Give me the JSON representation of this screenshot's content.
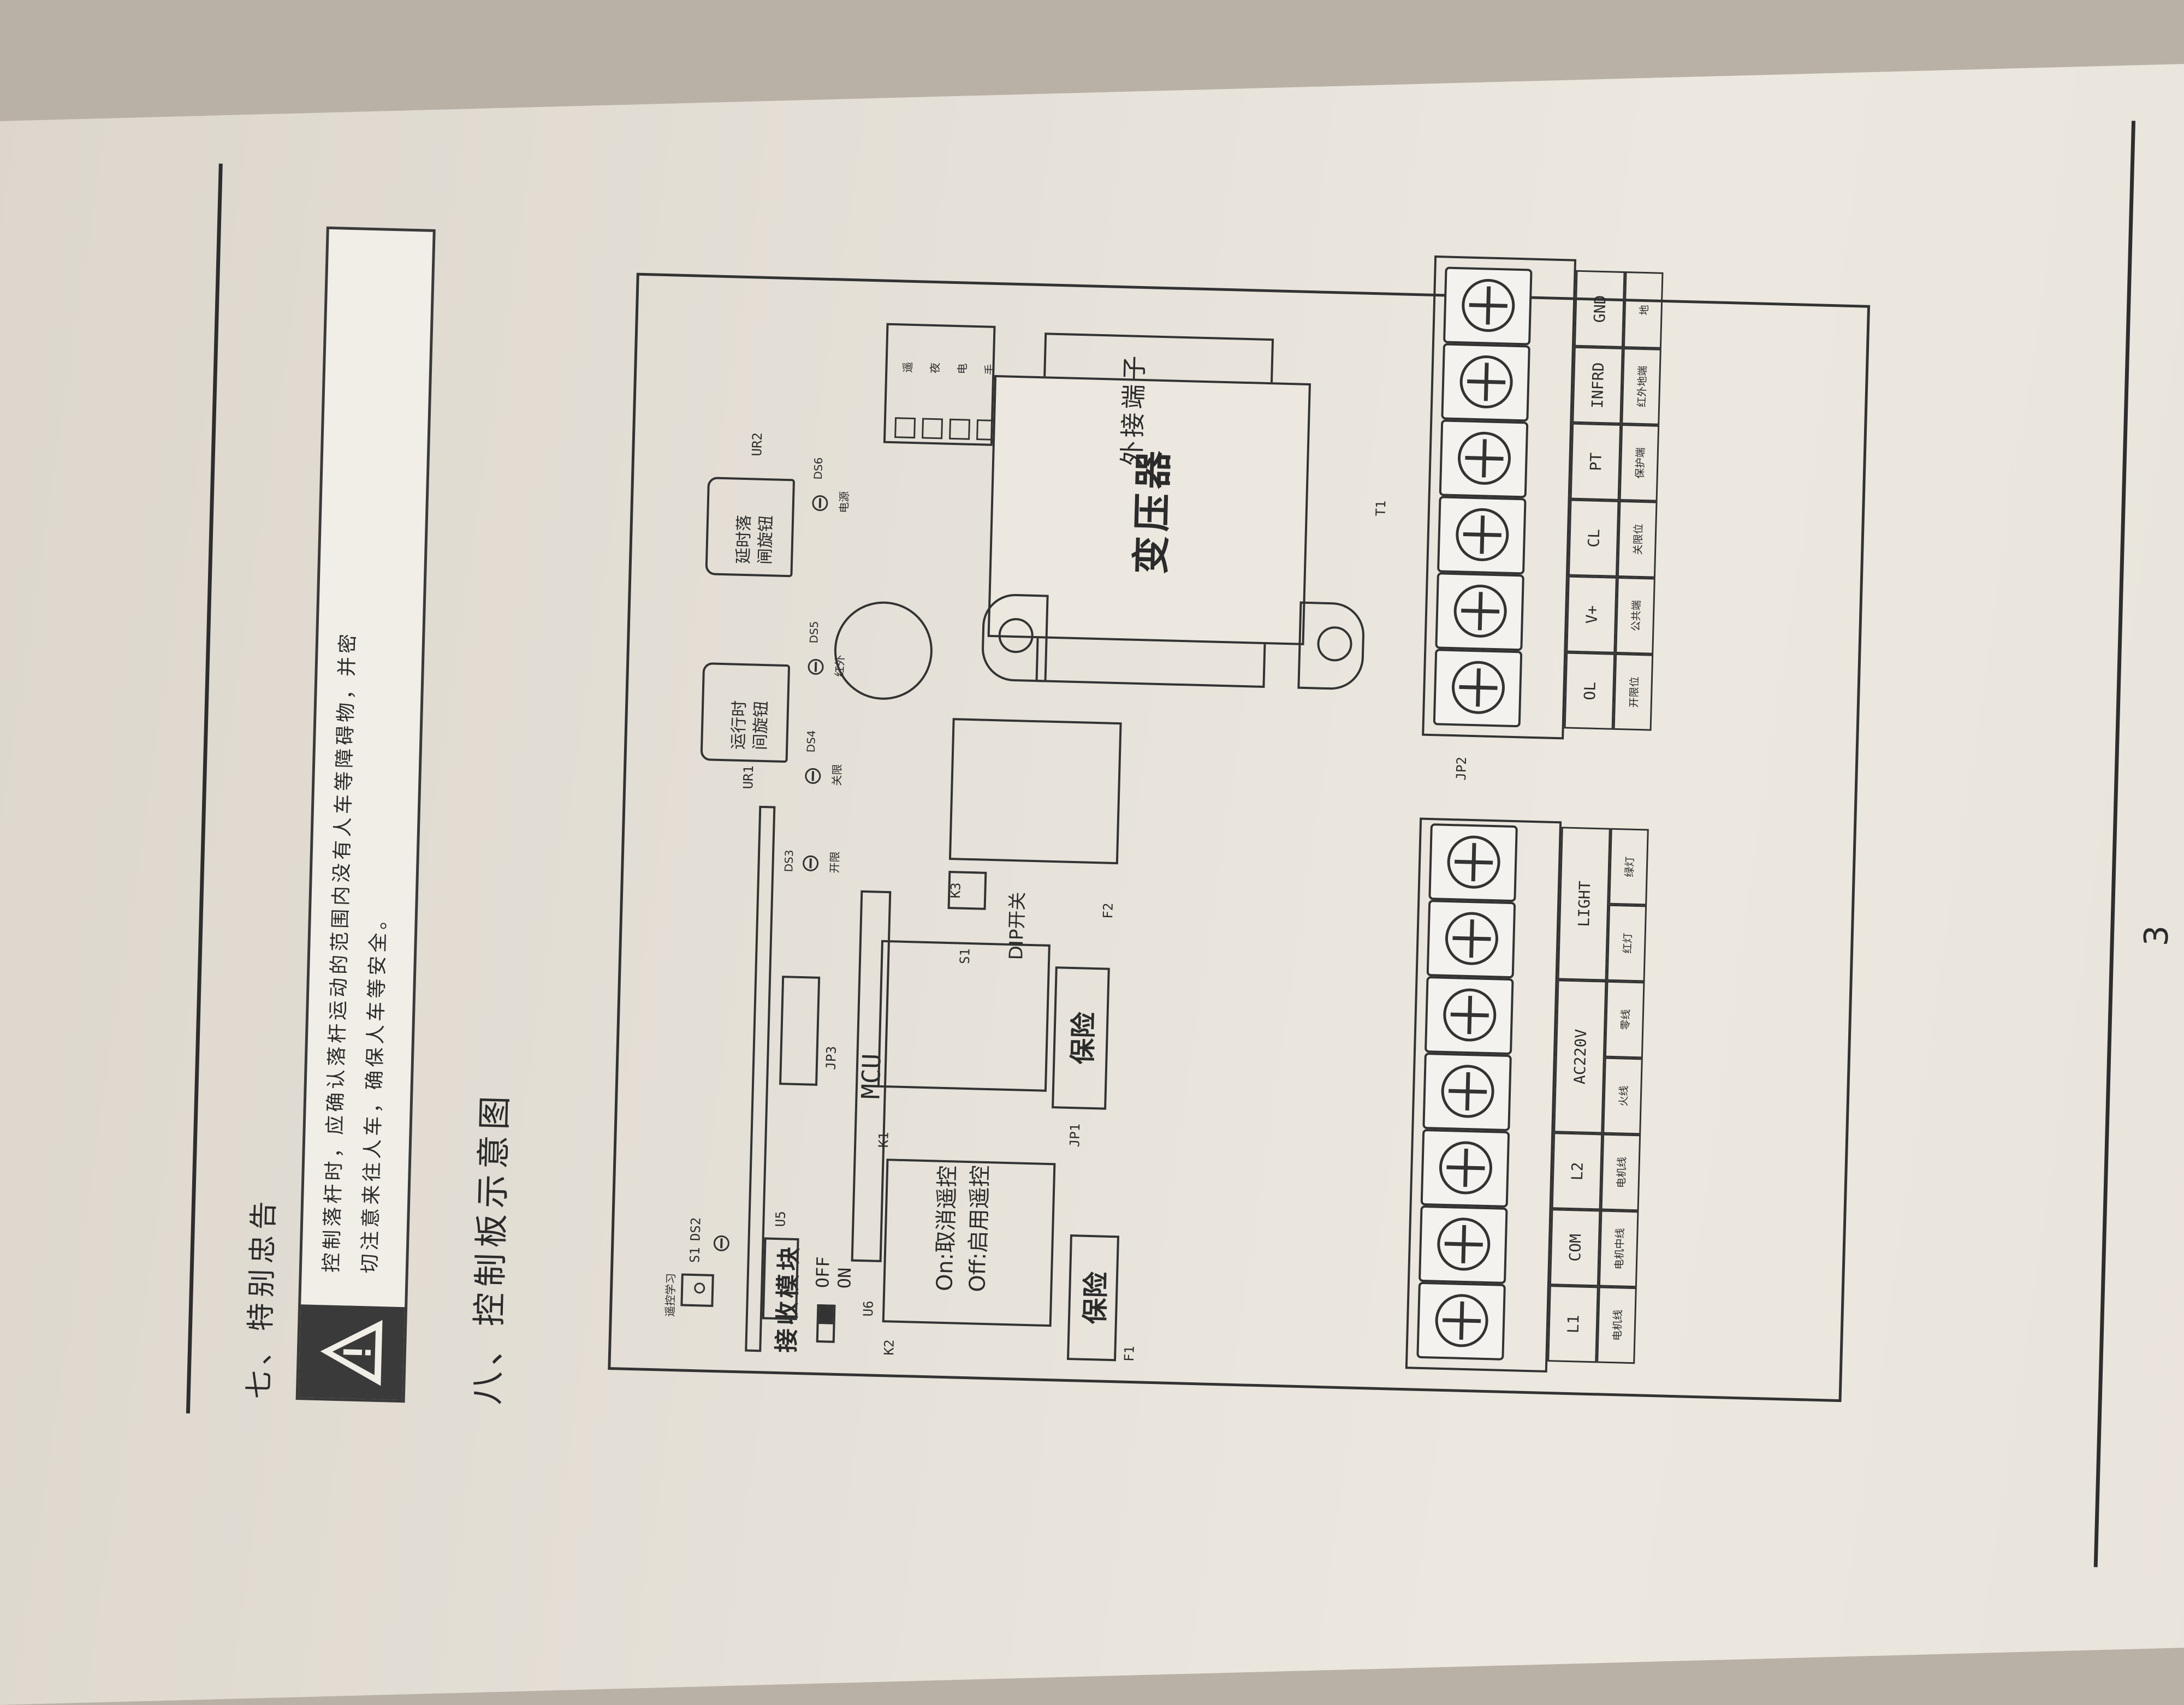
{
  "header": {
    "section7_title": "七、特别忠告",
    "warning_line1": "控制落杆时，应确认落杆运动的范围内没有人车等障碍物，并密",
    "warning_line2": "切注意来往人车，确保人车等安全。",
    "section8_title": "八、控制板示意图"
  },
  "board": {
    "receiver_module": "接收模块",
    "off_label": "OFF",
    "on_label": "ON",
    "u6": "U6",
    "mcu": "MCU",
    "u5": "U5",
    "s1_top": "S1",
    "ds2": "DS2",
    "learn_key": "遥控学习",
    "on_desc": "On:取消遥控",
    "off_desc": "Off:启用遥控",
    "jp3": "JP3",
    "k1": "K1",
    "k2": "K2",
    "k3": "K3",
    "fuse1": "保险",
    "fuse2": "保险",
    "f1": "F1",
    "f2": "F2",
    "jp1": "JP1",
    "s1_dip": "S1",
    "dip_switch": "DIP开关",
    "ds3": "DS3",
    "ds3_label": "开限",
    "ds4": "DS4",
    "ds4_label": "关限",
    "ds5": "DS5",
    "ds5_label": "红外",
    "ds6": "DS6",
    "ds6_label": "电源",
    "ur1": "UR1",
    "ur1_knob": [
      "运行时",
      "间旋钮"
    ],
    "ur2": "UR2",
    "ur2_knob": [
      "延时落",
      "闸旋钮"
    ],
    "status_labels": [
      "遥",
      "夜",
      "电",
      "手"
    ],
    "transformer": "变压器",
    "t1": "T1",
    "external_terminal": "外接端子",
    "jp2": "JP2",
    "left_terminal_headers": [
      "L1",
      "COM",
      "L2",
      "AC220V",
      "LIGHT"
    ],
    "left_terminal_sub": [
      "电机线",
      "电机中线",
      "电机线",
      "火线",
      "零线",
      "红灯",
      "绿灯"
    ],
    "right_terminal_headers": [
      "OL",
      "V+",
      "CL",
      "PT",
      "INFRD",
      "GND"
    ],
    "right_terminal_sub": [
      "开限位",
      "公共端",
      "关限位",
      "保护端",
      "红外地端",
      "地"
    ]
  },
  "footer": {
    "page_number": "3"
  }
}
